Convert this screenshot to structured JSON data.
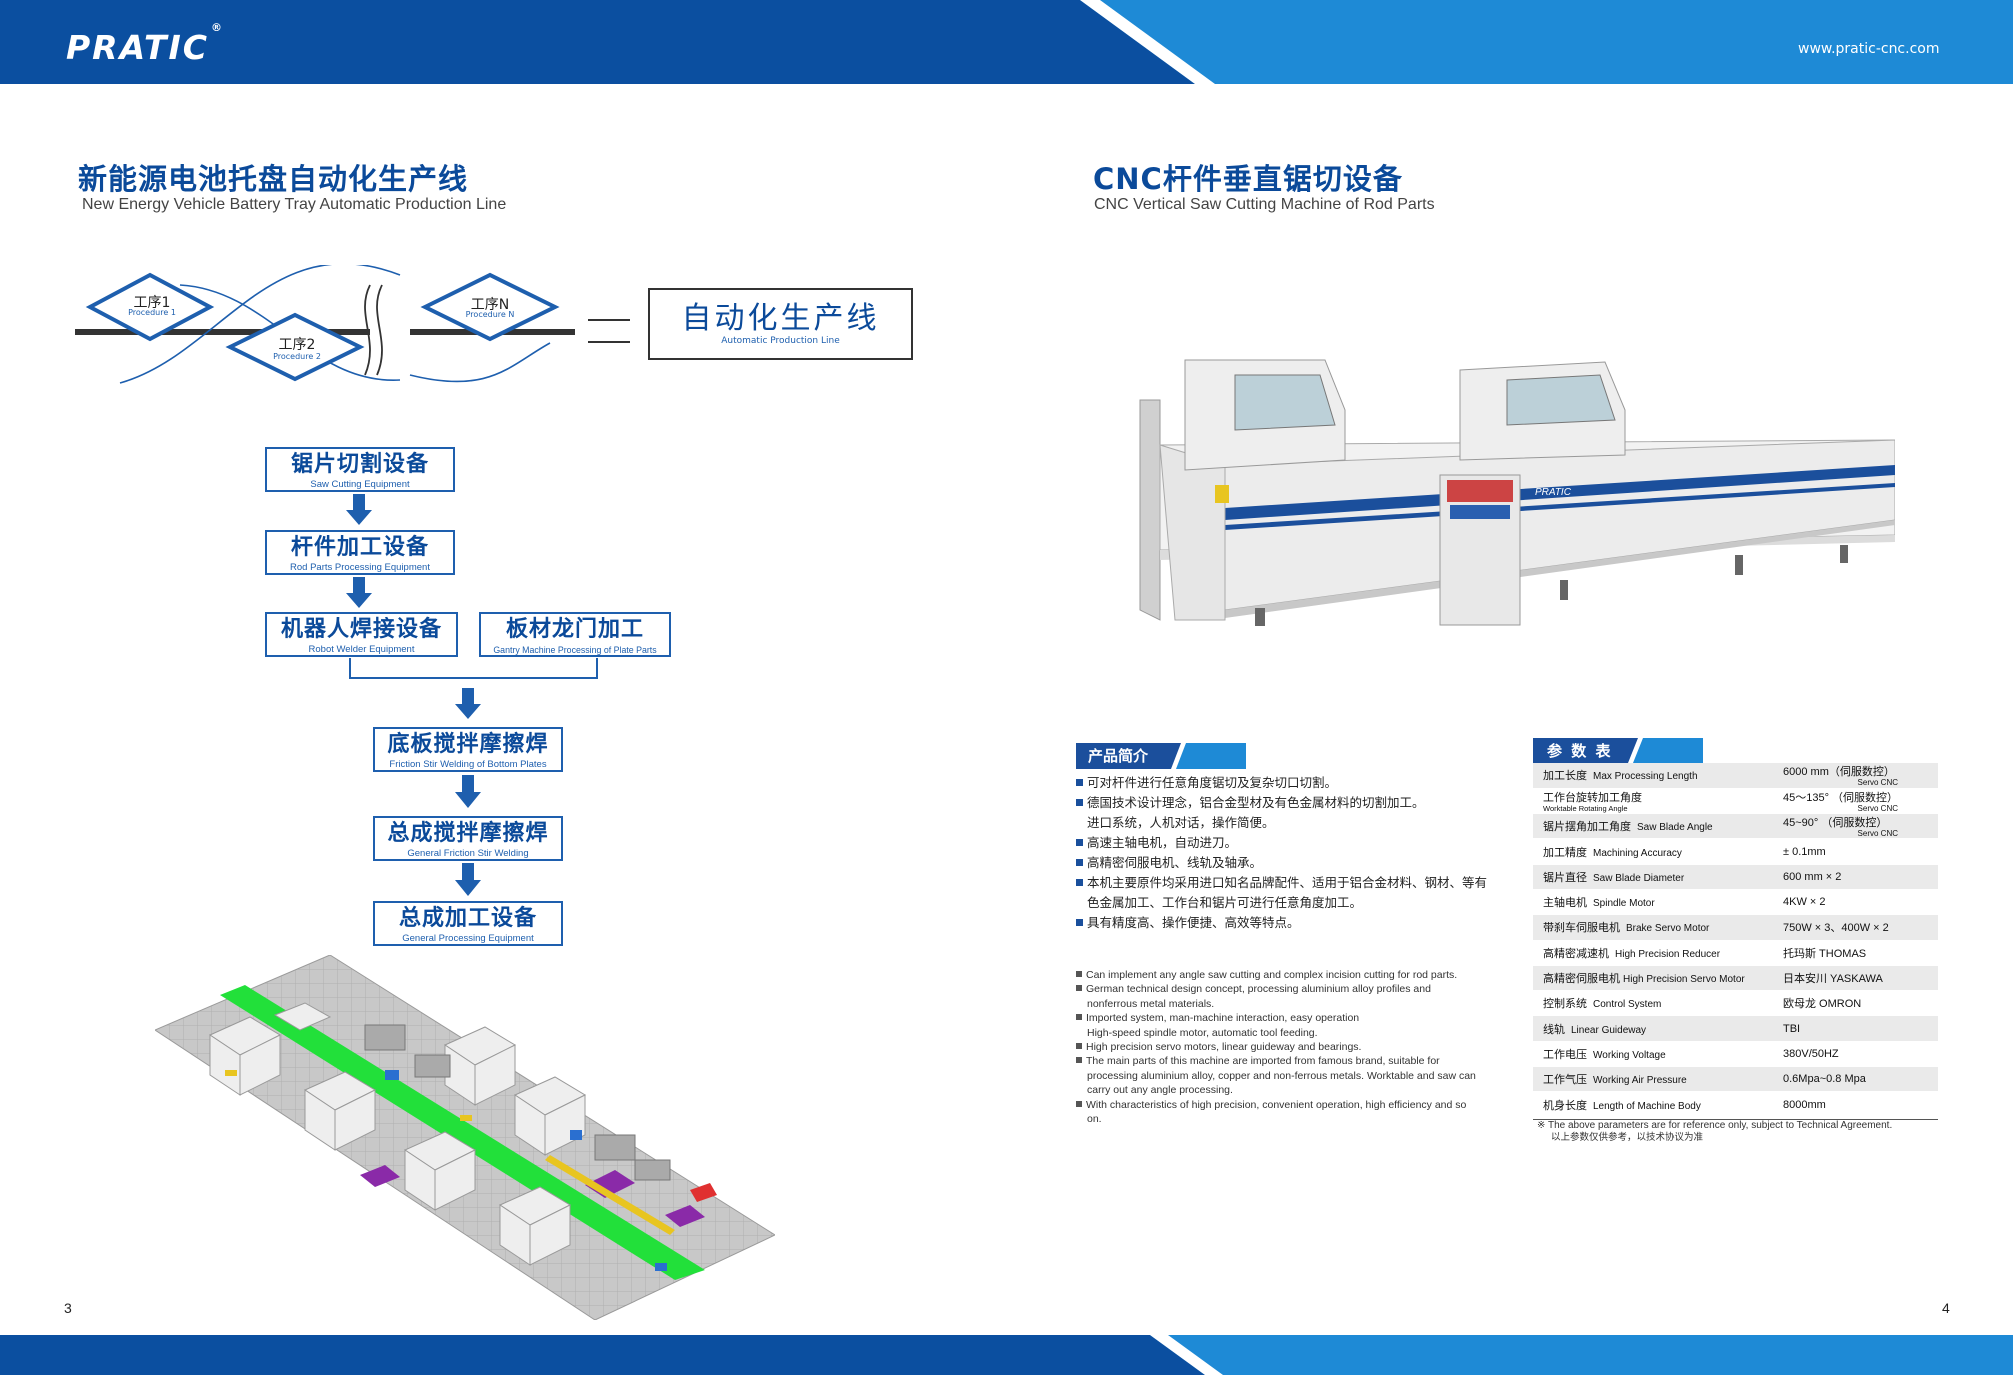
{
  "header": {
    "logo": "PRATIC",
    "logo_mark": "®",
    "url": "www.pratic-cnc.com",
    "colors": {
      "dark_blue": "#0b4fa0",
      "light_blue": "#1e8ad6",
      "title_blue": "#0b4a9a"
    }
  },
  "left": {
    "title_cn": "新能源电池托盘自动化生产线",
    "title_en": "New Energy Vehicle Battery Tray Automatic Production Line",
    "procedures": [
      {
        "cn": "工序1",
        "en": "Procedure 1"
      },
      {
        "cn": "工序2",
        "en": "Procedure 2"
      },
      {
        "cn": "工序N",
        "en": "Procedure N"
      }
    ],
    "result": {
      "cn": "自动化生产线",
      "en": "Automatic Production Line"
    },
    "flow": [
      {
        "cn": "锯片切割设备",
        "en": "Saw Cutting Equipment"
      },
      {
        "cn": "杆件加工设备",
        "en": "Rod Parts Processing Equipment"
      },
      {
        "cn": "机器人焊接设备",
        "en": "Robot Welder Equipment"
      },
      {
        "cn": "板材龙门加工",
        "en": "Gantry Machine Processing of Plate Parts"
      },
      {
        "cn": "底板搅拌摩擦焊",
        "en": "Friction Stir Welding of Bottom Plates"
      },
      {
        "cn": "总成搅拌摩擦焊",
        "en": "General Friction Stir Welding"
      },
      {
        "cn": "总成加工设备",
        "en": "General Processing Equipment"
      }
    ],
    "page_number": "3"
  },
  "right": {
    "title_cn": "CNC杆件垂直锯切设备",
    "title_en": "CNC Vertical Saw Cutting Machine of Rod Parts",
    "machine_label": "PRATIC",
    "intro_label": "产品简介",
    "intro_cn": [
      "可对杆件进行任意角度锯切及复杂切口切割。",
      "德国技术设计理念，铝合金型材及有色金属材料的切割加工。",
      "进口系统，人机对话，操作简便。",
      "高速主轴电机，自动进刀。",
      "高精密伺服电机、线轨及轴承。",
      "本机主要原件均采用进口知名品牌配件、适用于铝合金材料、钢材、等有色金属加工、工作台和锯片可进行任意角度加工。",
      "具有精度高、操作便捷、高效等特点。"
    ],
    "intro_en": [
      "Can implement any angle saw cutting and complex incision cutting for rod parts.",
      "German technical design concept, processing aluminium alloy profiles and nonferrous metal materials.",
      "Imported system, man-machine interaction, easy operation",
      "High-speed spindle motor, automatic tool feeding.",
      "High precision servo motors, linear guideway and bearings.",
      "The main parts of this machine are imported from famous brand, suitable for processing aluminium alloy, copper and non-ferrous metals. Worktable and saw can carry out any angle processing.",
      "With characteristics of high precision, convenient operation, high efficiency and so on."
    ],
    "params_label": "参 数 表",
    "params": [
      {
        "cn": "加工长度",
        "en": "Max Processing Length",
        "value": "6000 mm（伺服数控）",
        "value_sub": "Servo CNC"
      },
      {
        "cn": "工作台旋转加工角度",
        "en": "Worktable Rotating Angle",
        "value": "45～135° （伺服数控）",
        "value_sub": "Servo CNC"
      },
      {
        "cn": "锯片摆角加工角度",
        "en": "Saw Blade Angle",
        "value": "45~90° （伺服数控）",
        "value_sub": "Servo CNC"
      },
      {
        "cn": "加工精度",
        "en": "Machining Accuracy",
        "value": "± 0.1mm"
      },
      {
        "cn": "锯片直径",
        "en": "Saw Blade Diameter",
        "value": "600 mm × 2"
      },
      {
        "cn": "主轴电机",
        "en": "Spindle Motor",
        "value": "4KW × 2"
      },
      {
        "cn": "带刹车伺服电机",
        "en": "Brake Servo Motor",
        "value": "750W × 3、400W × 2"
      },
      {
        "cn": "高精密减速机",
        "en": "High Precision Reducer",
        "value": "托玛斯  THOMAS"
      },
      {
        "cn": "高精密伺服电机",
        "en": "High Precision Servo Motor",
        "value": "日本安川  YASKAWA"
      },
      {
        "cn": "控制系统",
        "en": "Control System",
        "value": "欧母龙  OMRON"
      },
      {
        "cn": "线轨",
        "en": "Linear Guideway",
        "value": "TBI"
      },
      {
        "cn": "工作电压",
        "en": "Working Voltage",
        "value": "380V/50HZ"
      },
      {
        "cn": "工作气压",
        "en": "Working Air Pressure",
        "value": "0.6Mpa~0.8 Mpa"
      },
      {
        "cn": "机身长度",
        "en": "Length of Machine Body",
        "value": "8000mm"
      }
    ],
    "note_en": "※ The above parameters are for reference only, subject to Technical Agreement.",
    "note_cn": "以上参数仅供参考，以技术协议为准",
    "page_number": "4"
  }
}
